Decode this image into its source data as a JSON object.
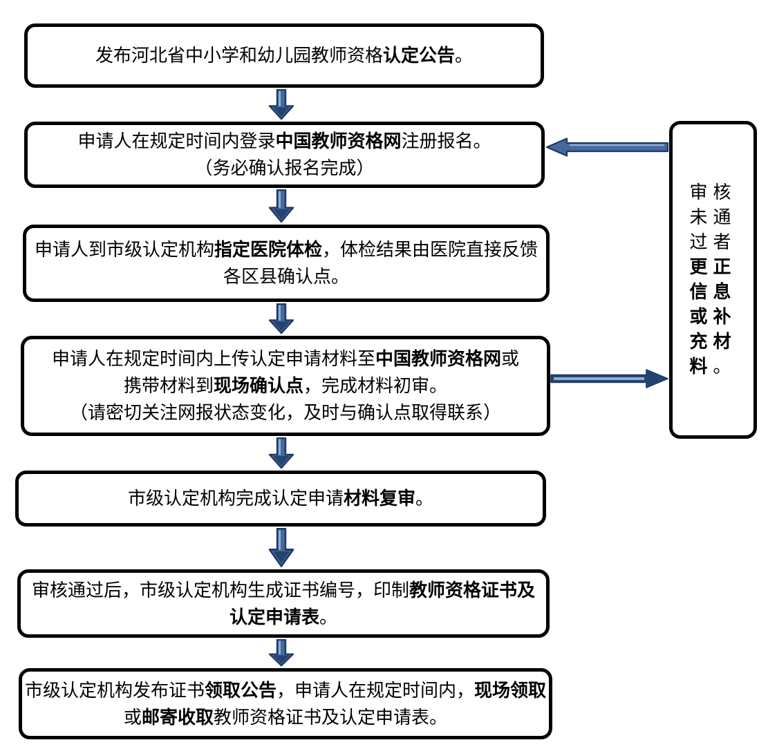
{
  "colors": {
    "background": "#ffffff",
    "box_border": "#000000",
    "text": "#000000",
    "arrow_fill": "#44699d",
    "arrow_border": "#1f3864",
    "arrow_highlight": "#8fafd4",
    "arrow_dark": "#24436e"
  },
  "steps": [
    {
      "name": "announcement",
      "lines": [
        [
          {
            "t": "发布河北省中小学和幼儿园教师资格"
          },
          {
            "t": "认定公告",
            "b": true
          },
          {
            "t": "。"
          }
        ]
      ]
    },
    {
      "name": "register",
      "lines": [
        [
          {
            "t": "申请人在规定时间内登录"
          },
          {
            "t": "中国教师资格网",
            "b": true
          },
          {
            "t": "注册报名。"
          }
        ],
        [
          {
            "t": "（务必确认报名完成）"
          }
        ]
      ]
    },
    {
      "name": "medical-exam",
      "lines": [
        [
          {
            "t": "申请人到市级认定机构"
          },
          {
            "t": "指定医院体检",
            "b": true
          },
          {
            "t": "，体检结果由医院直接反馈"
          }
        ],
        [
          {
            "t": "各区县确认点。"
          }
        ]
      ]
    },
    {
      "name": "submit-materials",
      "lines": [
        [
          {
            "t": "申请人在规定时间内上传认定申请材料至"
          },
          {
            "t": "中国教师资格网",
            "b": true
          },
          {
            "t": "或"
          }
        ],
        [
          {
            "t": "携带材料到"
          },
          {
            "t": "现场确认点",
            "b": true
          },
          {
            "t": "，完成材料初审。"
          }
        ],
        [
          {
            "t": "（请密切关注网报状态变化，及时与确认点取得联系）"
          }
        ]
      ]
    },
    {
      "name": "material-re-review",
      "lines": [
        [
          {
            "t": "市级认定机构完成认定申请"
          },
          {
            "t": "材料复审",
            "b": true
          },
          {
            "t": "。"
          }
        ]
      ]
    },
    {
      "name": "print-certificate",
      "lines": [
        [
          {
            "t": "审核通过后，市级认定机构生成证书编号，印制"
          },
          {
            "t": "教师资格证书及",
            "b": true
          }
        ],
        [
          {
            "t": "认定申请表",
            "b": true
          },
          {
            "t": "。"
          }
        ]
      ]
    },
    {
      "name": "collect-certificate",
      "lines": [
        [
          {
            "t": "市级认定机构发布证书"
          },
          {
            "t": "领取公告",
            "b": true
          },
          {
            "t": "，申请人在规定时间内，"
          },
          {
            "t": "现场领取",
            "b": true
          }
        ],
        [
          {
            "t": "或"
          },
          {
            "t": "邮寄收取",
            "b": true
          },
          {
            "t": "教师资格证书及认定申请表。"
          }
        ]
      ]
    }
  ],
  "side_note": {
    "name": "review-failed-correction",
    "lines": [
      [
        {
          "t": "审核"
        }
      ],
      [
        {
          "t": "未通"
        }
      ],
      [
        {
          "t": "过者"
        }
      ],
      [
        {
          "t": "更正",
          "b": true
        }
      ],
      [
        {
          "t": "信息",
          "b": true
        }
      ],
      [
        {
          "t": "或补",
          "b": true
        }
      ],
      [
        {
          "t": "充材",
          "b": true
        }
      ],
      [
        {
          "t": "料",
          "b": true
        },
        {
          "t": "。"
        }
      ]
    ]
  },
  "connections": [
    {
      "from": "announcement",
      "to": "register",
      "type": "down"
    },
    {
      "from": "register",
      "to": "medical-exam",
      "type": "down"
    },
    {
      "from": "medical-exam",
      "to": "submit-materials",
      "type": "down"
    },
    {
      "from": "submit-materials",
      "to": "material-re-review",
      "type": "down"
    },
    {
      "from": "material-re-review",
      "to": "print-certificate",
      "type": "down"
    },
    {
      "from": "print-certificate",
      "to": "collect-certificate",
      "type": "down"
    },
    {
      "from": "submit-materials",
      "to": "review-failed-correction",
      "type": "right"
    },
    {
      "from": "review-failed-correction",
      "to": "register",
      "type": "left"
    }
  ]
}
